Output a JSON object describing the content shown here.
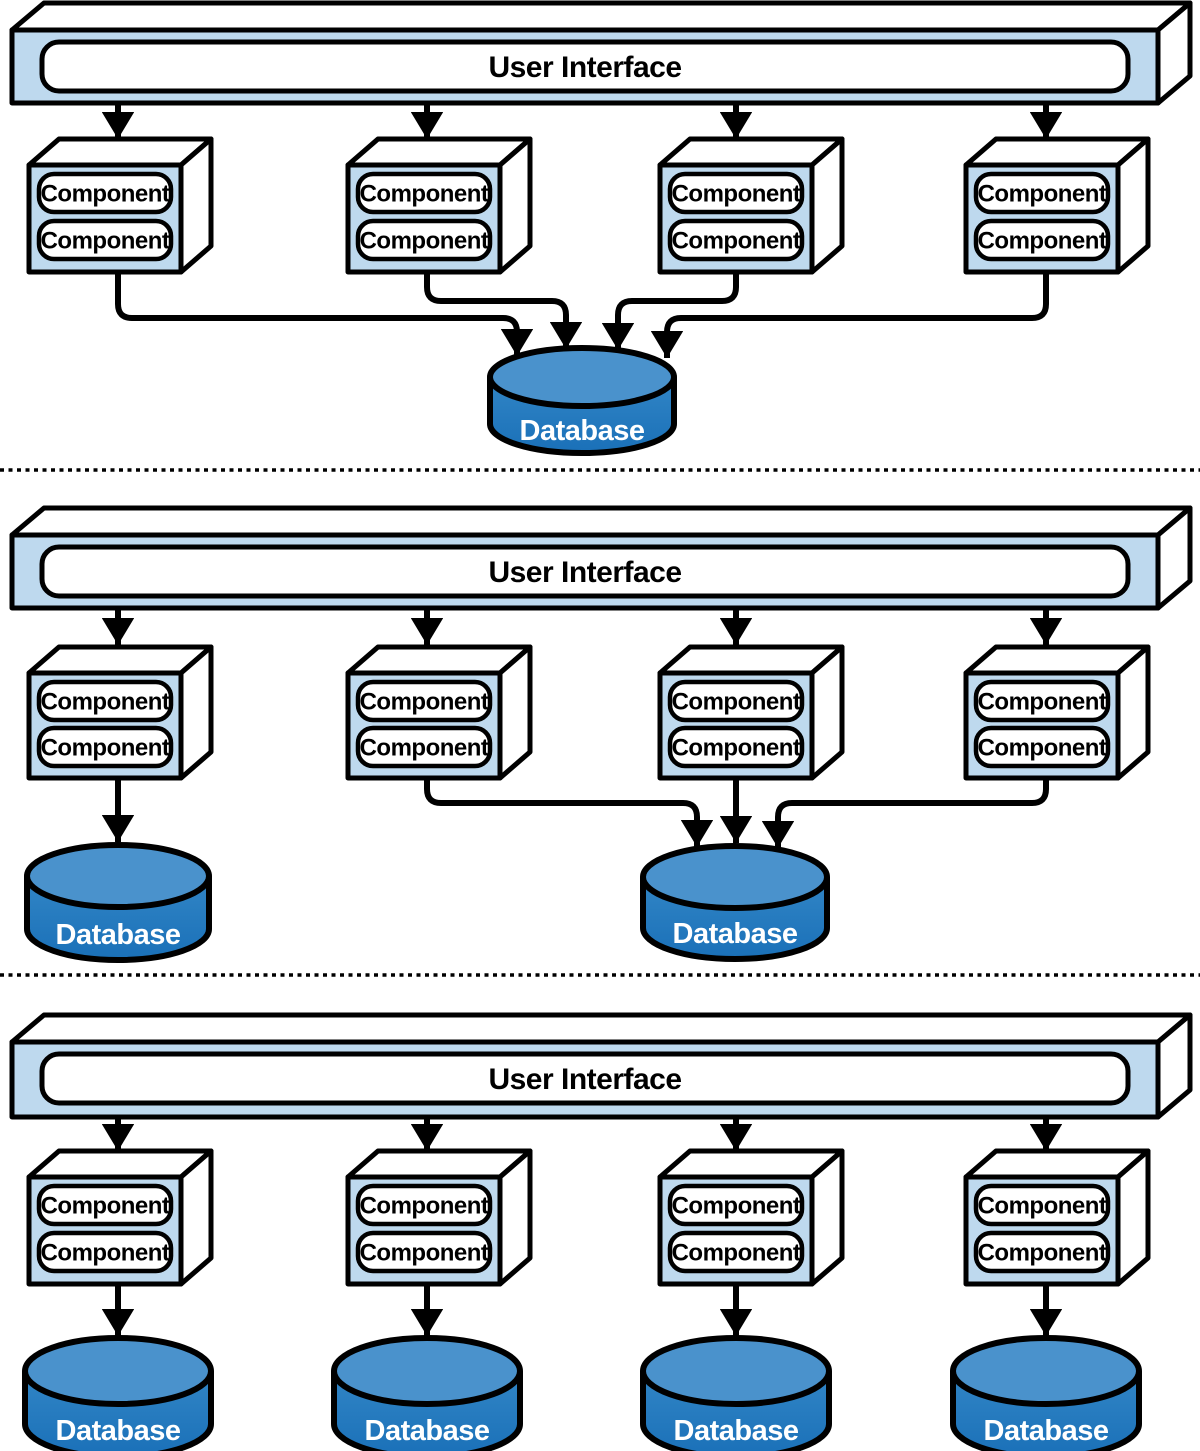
{
  "labels": {
    "user_interface": "User Interface",
    "component": "Component",
    "database": "Database"
  },
  "colors": {
    "box_face_fill": "#bed9ee",
    "face_white": "#ffffff",
    "outline": "#000000",
    "db_top_fill": "#4a92cc",
    "db_body_top": "#3286c6",
    "db_body_bottom": "#1a70b8",
    "db_label_color": "#ffffff",
    "background": "#ffffff"
  },
  "diagram": {
    "sections": [
      {
        "ui_label": "User Interface",
        "component_boxes": 4,
        "components_per_box": 2,
        "component_label": "Component",
        "databases": [
          {
            "label": "Database",
            "fed_by_boxes": [
              1,
              2,
              3,
              4
            ]
          }
        ]
      },
      {
        "ui_label": "User Interface",
        "component_boxes": 4,
        "components_per_box": 2,
        "component_label": "Component",
        "databases": [
          {
            "label": "Database",
            "fed_by_boxes": [
              1
            ]
          },
          {
            "label": "Database",
            "fed_by_boxes": [
              2,
              3,
              4
            ]
          }
        ]
      },
      {
        "ui_label": "User Interface",
        "component_boxes": 4,
        "components_per_box": 2,
        "component_label": "Component",
        "databases": [
          {
            "label": "Database",
            "fed_by_boxes": [
              1
            ]
          },
          {
            "label": "Database",
            "fed_by_boxes": [
              2
            ]
          },
          {
            "label": "Database",
            "fed_by_boxes": [
              3
            ]
          },
          {
            "label": "Database",
            "fed_by_boxes": [
              4
            ]
          }
        ]
      }
    ]
  }
}
